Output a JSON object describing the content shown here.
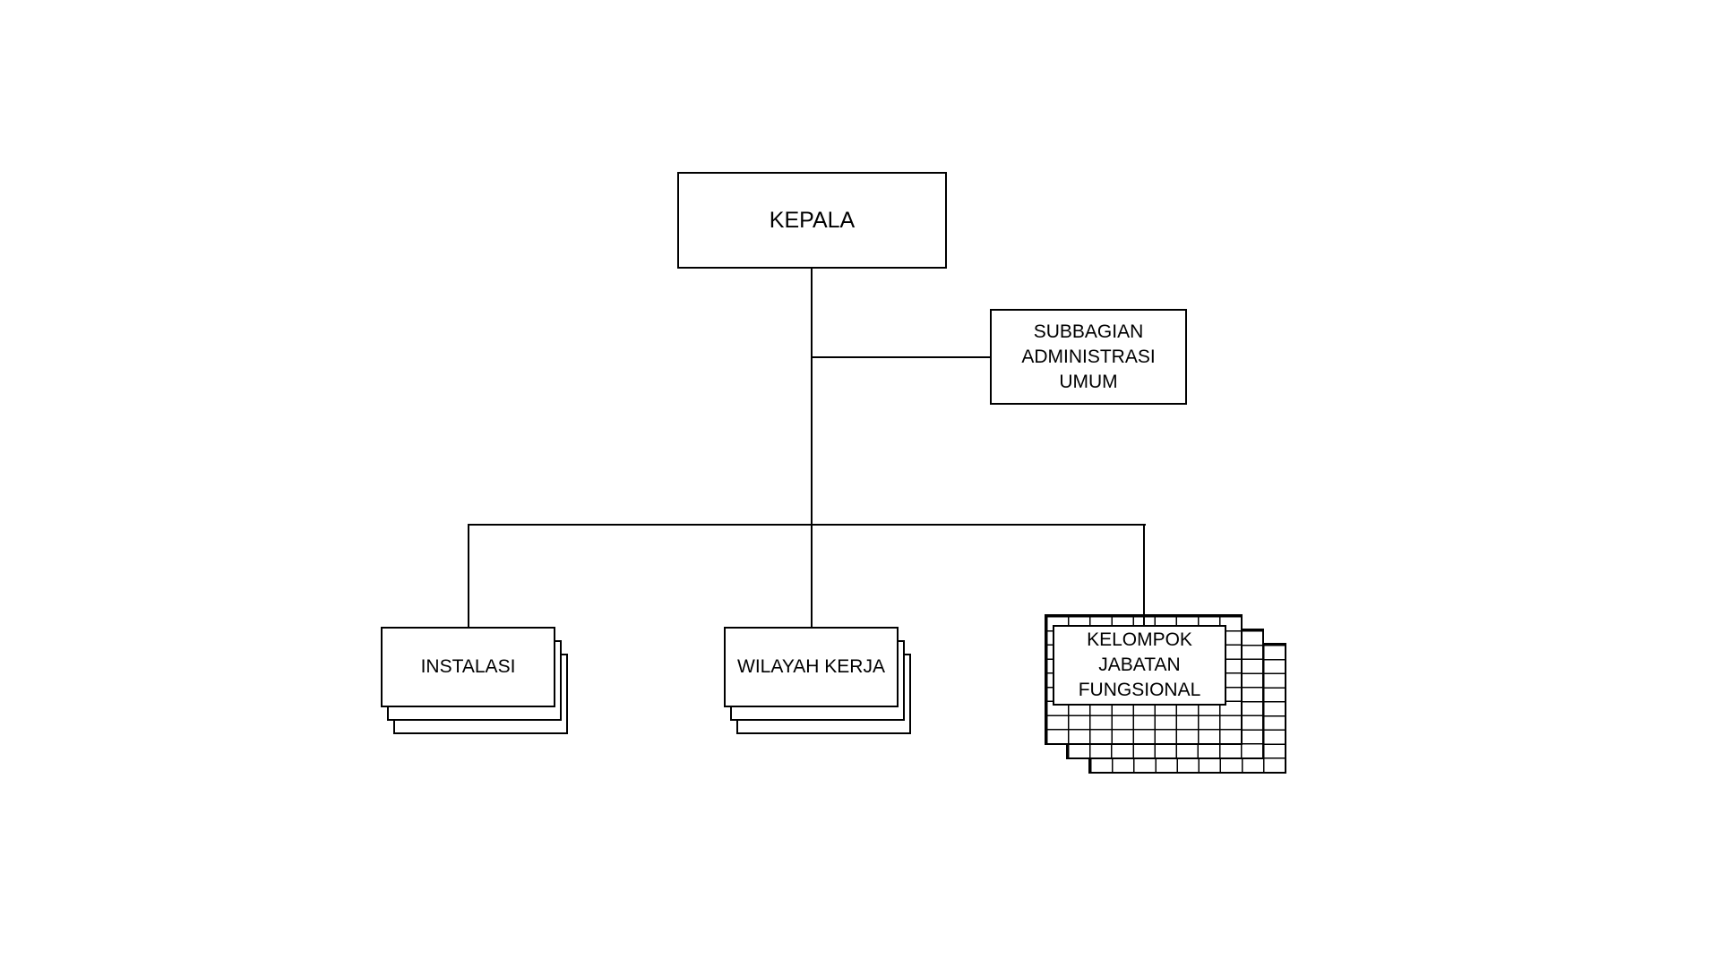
{
  "diagram": {
    "type": "org-chart",
    "background_color": "#ffffff",
    "stroke_color": "#000000",
    "text_color": "#000000",
    "nodes": {
      "kepala": {
        "label": "KEPALA",
        "shape": "rectangle",
        "role": "root"
      },
      "subbagian": {
        "label": "SUBBAGIAN ADMINISTRASI UMUM",
        "shape": "rectangle",
        "role": "staff-unit"
      },
      "instalasi": {
        "label": "INSTALASI",
        "shape": "stacked-rectangle",
        "layers": 3
      },
      "wilayah_kerja": {
        "label": "WILAYAH KERJA",
        "shape": "stacked-rectangle",
        "layers": 3
      },
      "kelompok": {
        "label": "KELOMPOK JABATAN FUNGSIONAL",
        "shape": "label-over-stacked-grids",
        "layers": 3,
        "grid_columns": 9,
        "grid_rows": 9
      }
    },
    "edges": [
      {
        "from": "kepala",
        "to": "subbagian",
        "style": "elbow"
      },
      {
        "from": "kepala",
        "to": "instalasi",
        "style": "elbow"
      },
      {
        "from": "kepala",
        "to": "wilayah_kerja",
        "style": "straight"
      },
      {
        "from": "kepala",
        "to": "kelompok",
        "style": "elbow"
      }
    ]
  }
}
